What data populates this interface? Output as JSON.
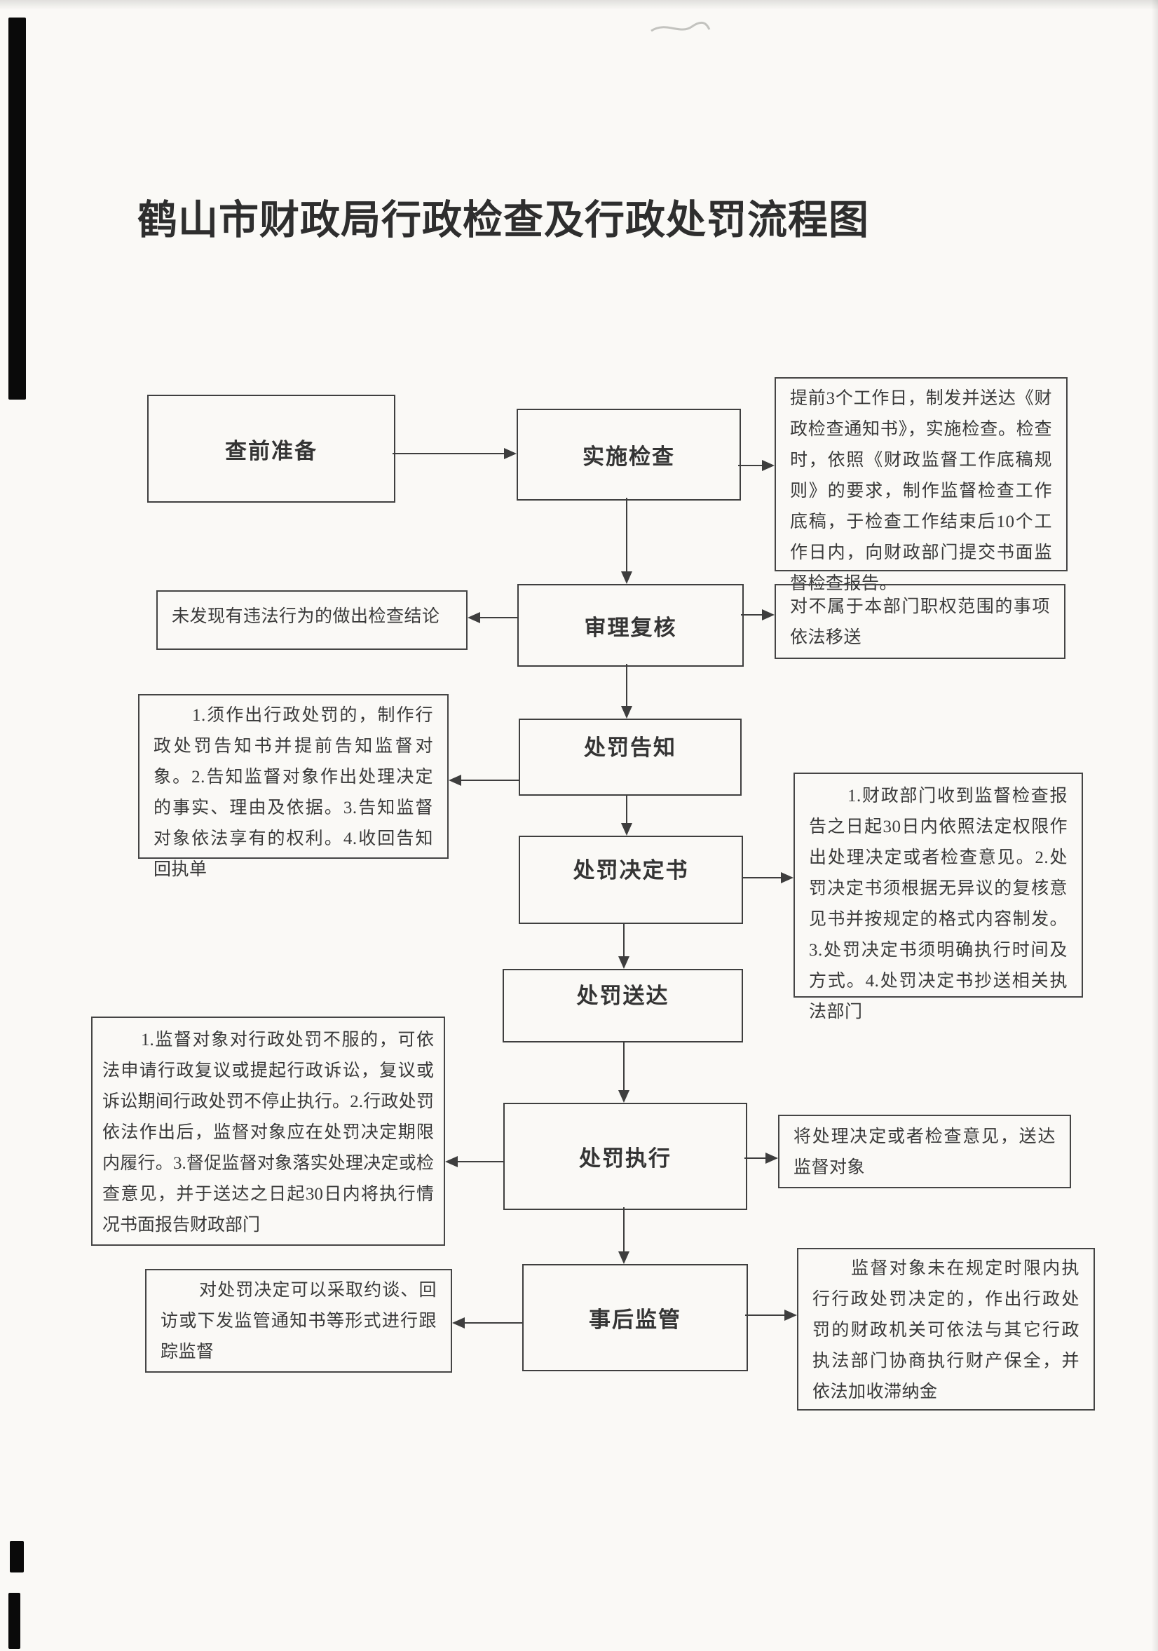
{
  "title": "鹤山市财政局行政检查及行政处罚流程图",
  "colors": {
    "ink": "#3a3a3a",
    "border": "#3f3f3f",
    "paper": "#faf9f6",
    "scan_artifact": "#0a0a0a"
  },
  "flowchart": {
    "steps": [
      {
        "label": "查前准备"
      },
      {
        "label": "实施检查"
      },
      {
        "label": "审理复核"
      },
      {
        "label": "处罚告知"
      },
      {
        "label": "处罚决定书"
      },
      {
        "label": "处罚送达"
      },
      {
        "label": "处罚执行"
      },
      {
        "label": "事后监管"
      }
    ],
    "annotations": {
      "inspection_notice": "提前3个工作日，制发并送达《财政检查通知书》，实施检查。检查时，依照《财政监督工作底稿规则》的要求，制作监督检查工作底稿，于检查工作结束后10个工作日内，向财政部门提交书面监督检查报告。",
      "no_violation": "未发现有违法行为的做出检查结论",
      "transfer": "对不属于本部门职权范围的事项依法移送",
      "punishment_notice": "1.须作出行政处罚的，制作行政处罚告知书并提前告知监督对象。2.告知监督对象作出处理决定的事实、理由及依据。3.告知监督对象依法享有的权利。4.收回告知回执单",
      "decision_rules": "1.财政部门收到监督检查报告之日起30日内依照法定权限作出处理决定或者检查意见。2.处罚决定书须根据无异议的复核意见书并按规定的格式内容制发。3.处罚决定书须明确执行时间及方式。4.处罚决定书抄送相关执法部门",
      "execution_rules": "1.监督对象对行政处罚不服的，可依法申请行政复议或提起行政诉讼，复议或诉讼期间行政处罚不停止执行。2.行政处罚依法作出后，监督对象应在处罚决定期限内履行。3.督促监督对象落实处理决定或检查意见，并于送达之日起30日内将执行情况书面报告财政部门",
      "delivery": "将处理决定或者检查意见，送达监督对象",
      "follow_up": "对处罚决定可以采取约谈、回访或下发监管通知书等形式进行跟踪监督",
      "overdue": "监督对象未在规定时限内执行行政处罚决定的，作出行政处罚的财政机关可依法与其它行政执法部门协商执行财产保全，并依法加收滞纳金"
    }
  }
}
